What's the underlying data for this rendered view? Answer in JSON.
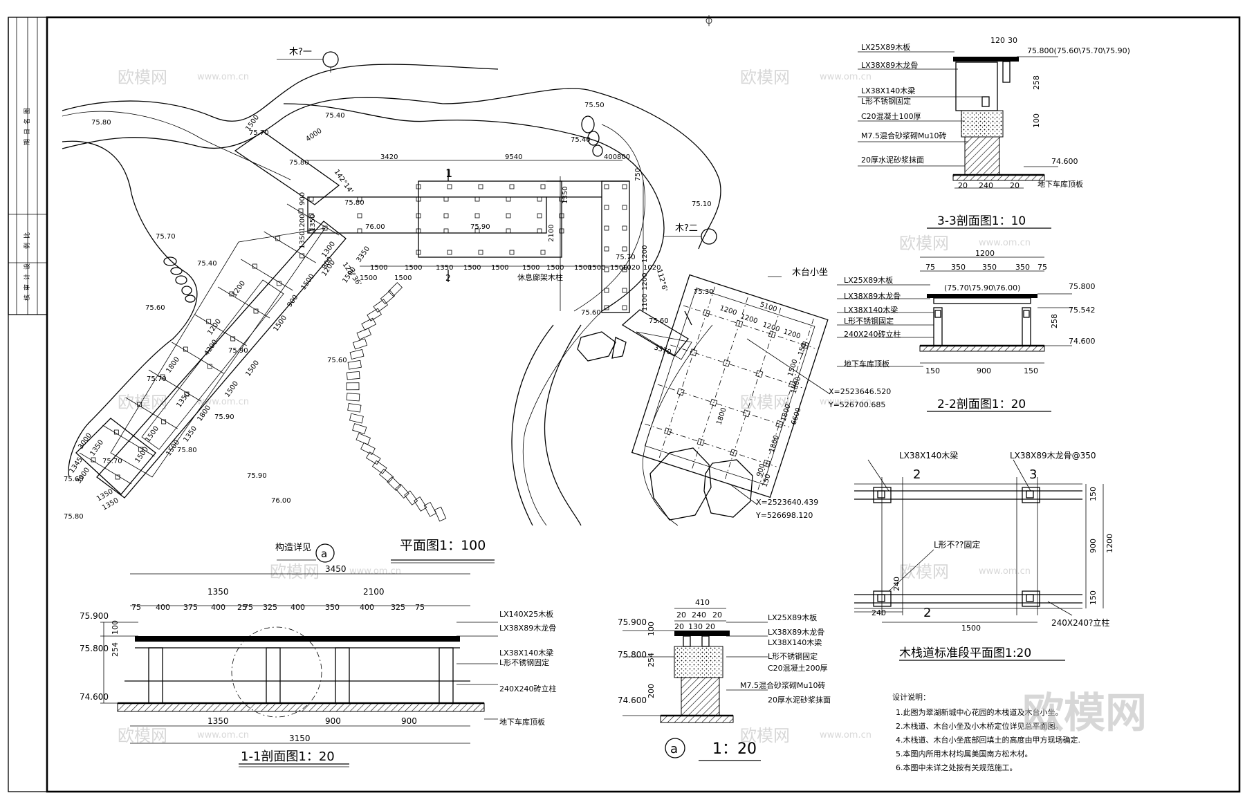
{
  "title_block": {
    "rows": [
      "图",
      "名",
      "日",
      "期",
      "比",
      "例",
      "设",
      "计",
      "审",
      "核"
    ]
  },
  "plan": {
    "title": "平面图1：100",
    "labels": {
      "wood1": "木?一",
      "wood2": "木?二",
      "num1": "1",
      "num2": "2",
      "pavilion": "休息廊架木柱",
      "platform": "木台小坐",
      "coord1x": "X=2523646.520",
      "coord1y": "Y=526700.685",
      "coord2x": "X=2523640.439",
      "coord2y": "Y=526698.120"
    },
    "elevations": [
      "75.80",
      "75.70",
      "75.40",
      "75.50",
      "75.40",
      "75.80",
      "75.10",
      "75.70",
      "75.40",
      "75.60",
      "75.80",
      "75.90",
      "75.70",
      "75.60",
      "75.90",
      "75.80",
      "75.90",
      "76.00",
      "75.80",
      "75.70",
      "76.00",
      "75.90",
      "75.60",
      "75.30",
      "75.60",
      "75.60",
      "75.70"
    ],
    "dims": [
      "1500",
      "4000",
      "3420",
      "9540",
      "400",
      "800",
      "750",
      "1350",
      "2100",
      "1500",
      "1500",
      "1350",
      "900",
      "1200",
      "1500",
      "1500",
      "1500",
      "1500",
      "1500",
      "1500",
      "1500",
      "1020",
      "1020",
      "1300",
      "1200",
      "1200",
      "4200",
      "1500",
      "900",
      "1500",
      "1500",
      "1500",
      "1800",
      "1350",
      "1800",
      "1350",
      "3000",
      "1350",
      "1345",
      "3000",
      "1350",
      "1350",
      "1500",
      "1500",
      "1500",
      "5100",
      "1200",
      "1200",
      "1200",
      "1200",
      "1500",
      "1800",
      "1800",
      "1800",
      "6600",
      "900",
      "150",
      "3370",
      "1200",
      "1100",
      "1200",
      "1800",
      "150",
      "1500",
      "1500",
      "1350",
      "1350",
      "900",
      "1200",
      "1500",
      "3350"
    ],
    "angles": [
      "142°14'",
      "123°36'",
      "112°6'"
    ]
  },
  "section11": {
    "title": "1-1剖面图1：20",
    "detail_ref": "构造详见",
    "detail_mark": "a",
    "top_dims": [
      "3450",
      "1350",
      "2100"
    ],
    "sub_dims": [
      "75",
      "400",
      "375",
      "400",
      "25",
      "75",
      "325",
      "400",
      "350",
      "400",
      "325",
      "75"
    ],
    "bottom_dims": [
      "1350",
      "900",
      "900"
    ],
    "total": "3150",
    "elev": [
      "75.900",
      "75.800",
      "74.600"
    ],
    "heights": [
      "100",
      "254"
    ],
    "notes": [
      "LX140X25木板",
      "LX38X89木龙骨",
      "LX38X140木梁",
      "L形不锈钢固定",
      "240X240砖立柱",
      "地下车库顶板"
    ]
  },
  "detailA": {
    "title": "1：20",
    "mark": "a",
    "dims": [
      "410",
      "20",
      "240",
      "20",
      "20",
      "130",
      "20"
    ],
    "heights": [
      "100",
      "254",
      "200"
    ],
    "elev": [
      "75.900",
      "75.800",
      "74.600"
    ],
    "notes": [
      "LX25X89木板",
      "LX38X89木龙骨",
      "LX38X140木梁",
      "L形不锈钢固定",
      "C20混凝土200厚",
      "M7.5混合砂浆砌Mu10砖",
      "20厚水泥砂浆抹面"
    ]
  },
  "section33": {
    "title": "3-3剖面图1：10",
    "top_dims": [
      "120",
      "30"
    ],
    "bottom_dims": [
      "20",
      "240",
      "20"
    ],
    "heights": [
      "258",
      "100"
    ],
    "elev": [
      "75.800(75.60\\75.70\\75.90)",
      "74.600"
    ],
    "notes": [
      "LX25X89木板",
      "LX38X89木龙骨",
      "LX38X140木梁",
      "L形不锈钢固定",
      "C20混凝土100厚",
      "M7.5混合砂浆砌Mu10砖",
      "20厚水泥砂浆抹面",
      "地下车库顶板"
    ]
  },
  "section22": {
    "title": "2-2剖面图1：20",
    "top_dims": [
      "1200",
      "75",
      "350",
      "350",
      "350",
      "75"
    ],
    "bottom_dims": [
      "150",
      "900",
      "150"
    ],
    "height": "258",
    "elev": [
      "75.800",
      "75.542",
      "74.600"
    ],
    "elev_note": "(75.70\\75.90\\76.00)",
    "notes": [
      "LX25X89木板",
      "LX38X89木龙骨",
      "LX38X140木梁",
      "L形不锈钢固定",
      "240X240砖立柱",
      "地下车库顶板"
    ]
  },
  "boardwalk": {
    "title": "木栈道标准段平面图1:20",
    "notes": [
      "LX38X140木梁",
      "LX38X89木龙骨@350",
      "L形不??固定",
      "240X240?立柱"
    ],
    "marks": [
      "2",
      "3",
      "2"
    ],
    "dims": [
      "150",
      "900",
      "150",
      "1200",
      "240",
      "240",
      "1500"
    ]
  },
  "design_notes": {
    "heading": "设计说明：",
    "items": [
      "1.此图为翠湖新城中心花园的木栈道及木台小坐。",
      "2.木栈道、木台小坐及小木桥定位详见总平面图。",
      "4.木栈道、木台小坐底部回填土的高度由甲方现场确定.",
      "5.本图内所用木材均属美国南方松木材。",
      "6.本图中未详之处按有关规范施工。"
    ]
  },
  "watermark": {
    "text": "欧模网",
    "url": "www.om.cn"
  }
}
